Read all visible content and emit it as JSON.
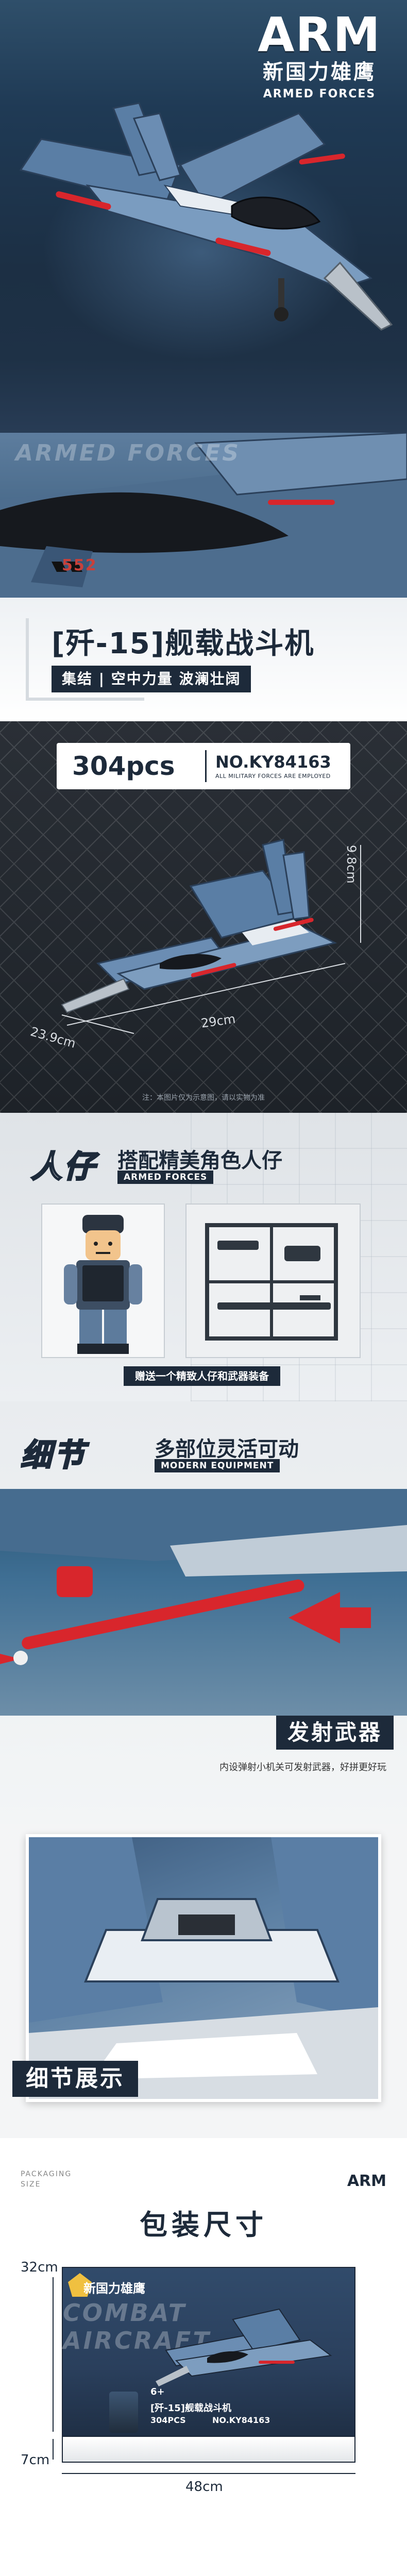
{
  "hero": {
    "brand_arm": "ARM",
    "brand_cn": "新国力雄鹰",
    "brand_en": "ARMED FORCES",
    "band_bg_text": "ARMED FORCES",
    "hull_number": "552"
  },
  "title_strip": {
    "model_title": "[歼-15]舰载战斗机",
    "slogan": "集结 | 空中力量 波澜壮阔"
  },
  "spec": {
    "pieces": "304pcs",
    "model_no": "NO.KY84163",
    "fine_print": "ALL MILITARY FORCES ARE EMPLOYED",
    "height": "9.8cm",
    "length": "29cm",
    "width": "23.9cm",
    "note": "注：本图片仅为示意图，请以实物为准"
  },
  "figure": {
    "tag": "人仔",
    "title": "搭配精美角色人仔",
    "sub": "ARMED FORCES",
    "caption": "赠送一个精致人仔和武器装备"
  },
  "detail": {
    "tag": "细节",
    "title": "多部位灵活可动",
    "sub": "MODERN EQUIPMENT",
    "weapon_tag": "发射武器",
    "weapon_note": "内设弹射小机关可发射武器，好拼更好玩"
  },
  "display": {
    "tag": "细节展示"
  },
  "packaging": {
    "label_en_1": "PACKAGING",
    "label_en_2": "SIZE",
    "logo": "ARM",
    "title": "包装尺寸",
    "box_text": "COMBAT AIRCRAFT",
    "box_brand": "新国力雄鹰",
    "box_age": "6+",
    "box_name": "[歼-15]舰载战斗机",
    "box_pcs": "304PCS",
    "box_model": "NO.KY84163",
    "height": "32cm",
    "depth": "7cm",
    "width": "48cm"
  },
  "colors": {
    "navy": "#1d2a3a",
    "jet_blue": "#5a7ea5",
    "missile_red": "#d8262c"
  }
}
